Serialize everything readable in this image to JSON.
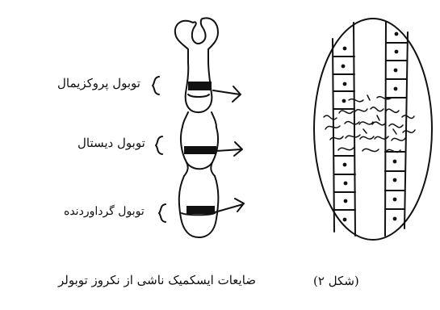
{
  "labels": {
    "proximal": "توبول پروکزیمال",
    "distal": "توبول دیستال",
    "collecting": "توبول گرداوردنده"
  },
  "captions": {
    "bottom_text": "ضایعات ایسکمیک ناشی از نکروز توبولر",
    "figure_number": "(شکل ۲)"
  }
}
